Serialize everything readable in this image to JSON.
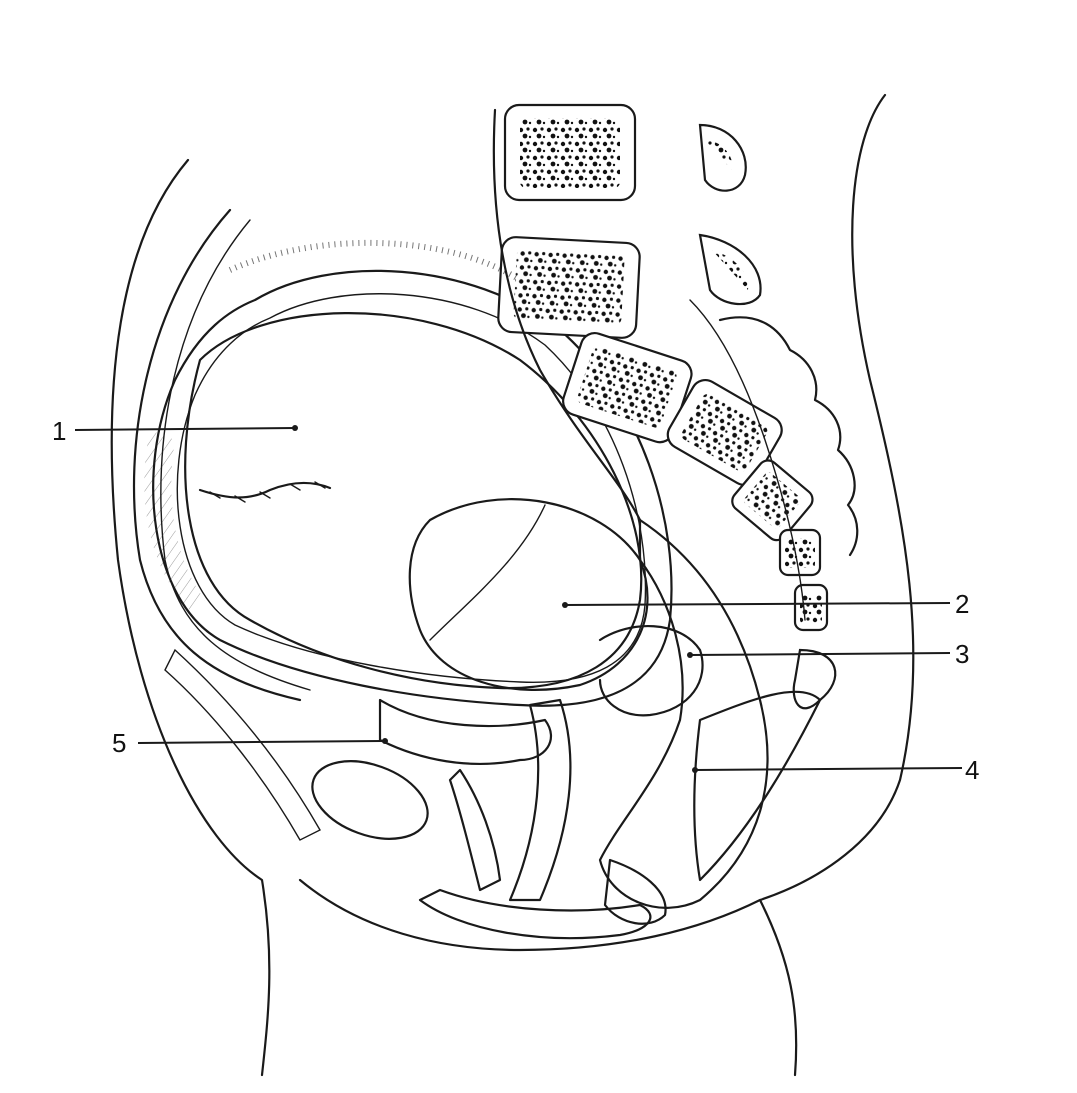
{
  "figure": {
    "labels": [
      {
        "id": "1",
        "text": "1"
      },
      {
        "id": "2",
        "text": "2"
      },
      {
        "id": "3",
        "text": "3"
      },
      {
        "id": "4",
        "text": "4"
      },
      {
        "id": "5",
        "text": "5"
      }
    ]
  },
  "colors": {
    "ink": "#1a1a1a",
    "paper": "#ffffff"
  }
}
